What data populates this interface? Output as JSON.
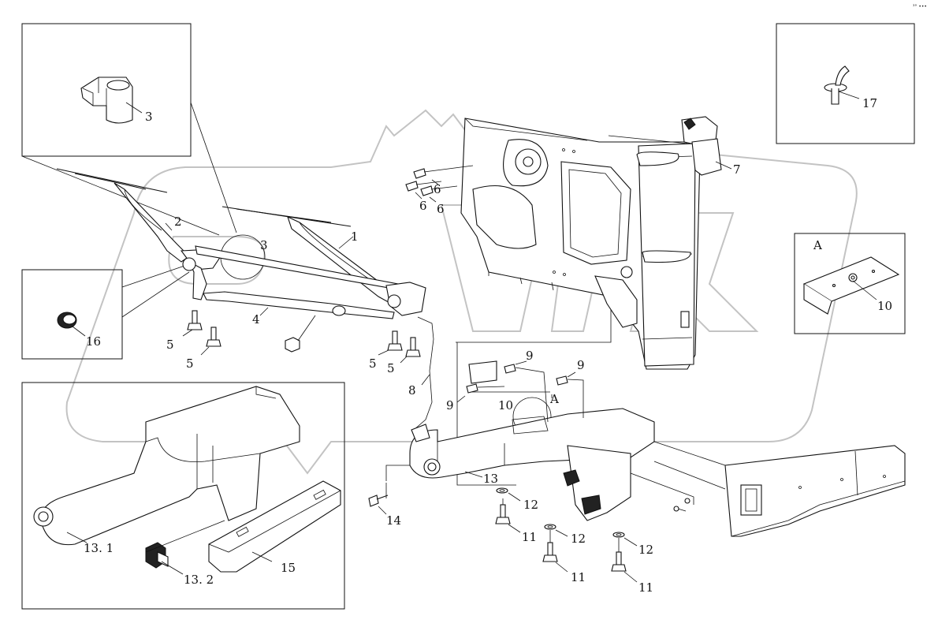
{
  "corner_mark": "³° •••",
  "labels": {
    "l1": "1",
    "l2": "2",
    "l3a": "3",
    "l3b": "3",
    "l4": "4",
    "l5a": "5",
    "l5b": "5",
    "l5c": "5",
    "l5d": "5",
    "l6a": "6",
    "l6b": "6",
    "l6c": "6",
    "l7": "7",
    "l8": "8",
    "l9a": "9",
    "l9b": "9",
    "l9c": "9",
    "l10a": "10",
    "l10b": "10",
    "l11a": "11",
    "l11b": "11",
    "l11c": "11",
    "l12a": "12",
    "l12b": "12",
    "l12c": "12",
    "l13": "13",
    "l13_1": "13. 1",
    "l13_2": "13. 2",
    "l14": "14",
    "l15": "15",
    "l16": "16",
    "l17": "17",
    "view_a_detail": "A",
    "view_a_main": "A"
  }
}
